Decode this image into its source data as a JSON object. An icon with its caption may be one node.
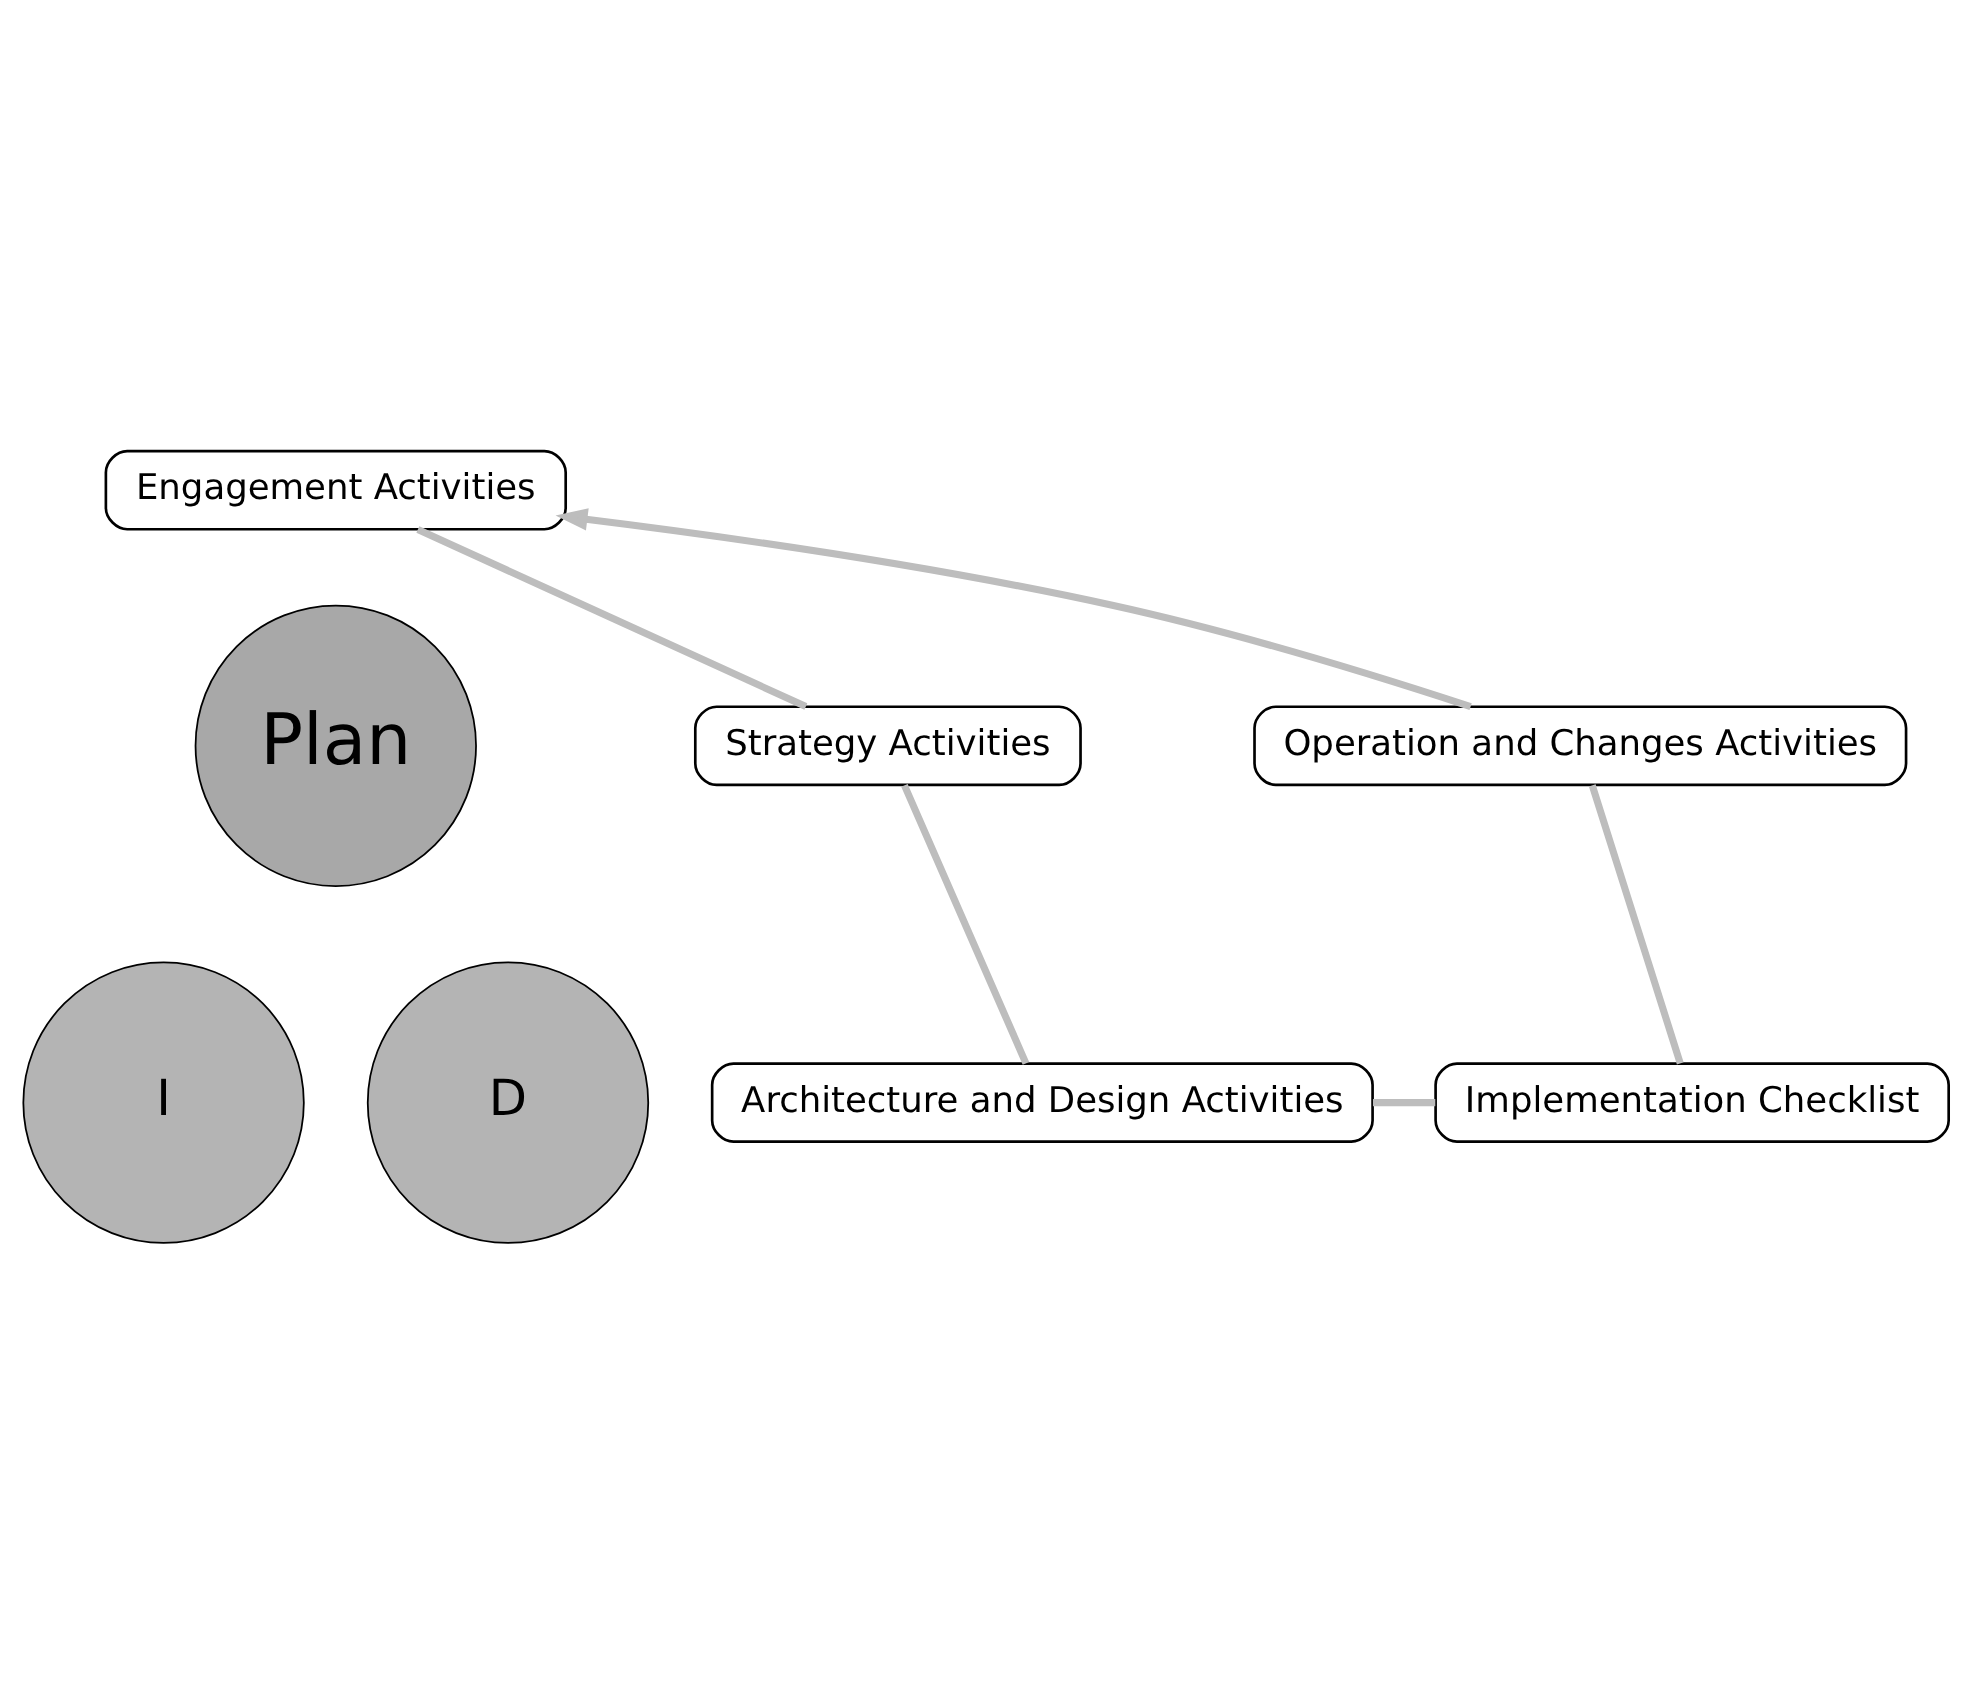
{
  "diagram": {
    "nodes": [
      {
        "text": [
          "Plan"
        ]
      },
      {
        "text": [
          "I"
        ]
      },
      {
        "text": [
          "D"
        ]
      },
      {
        "text": [
          "Engagement Activities"
        ]
      },
      {
        "text": [
          "Strategy Activities"
        ]
      },
      {
        "text": [
          "Architecture and Design Activities"
        ]
      },
      {
        "text": [
          "Implementation Checklist"
        ]
      },
      {
        "text": [
          "Operation and Changes Activities"
        ]
      }
    ],
    "edges": [
      {
        "from": 3,
        "to": 4,
        "arrow": "none"
      },
      {
        "from": 4,
        "to": 5,
        "arrow": "none"
      },
      {
        "from": 5,
        "to": 6,
        "arrow": "none"
      },
      {
        "from": 6,
        "to": 7,
        "arrow": "none"
      },
      {
        "from": 7,
        "to": 3,
        "arrow": "to"
      }
    ]
  }
}
